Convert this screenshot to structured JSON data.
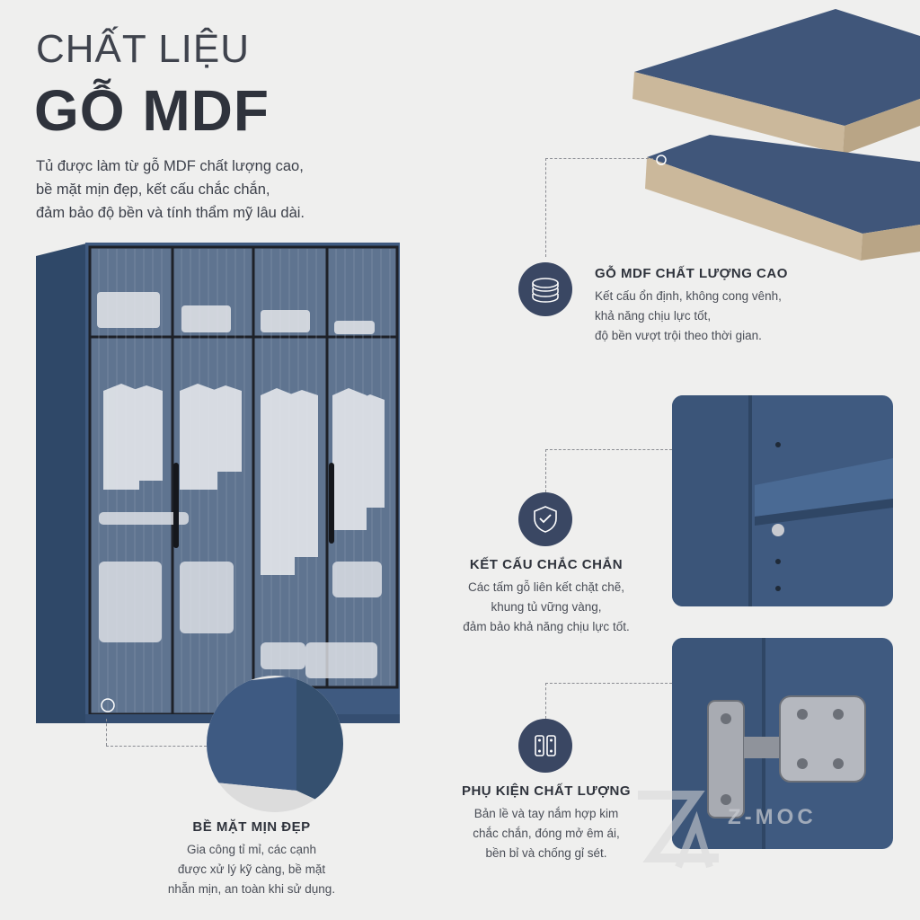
{
  "heading": {
    "line1": "CHẤT LIỆU",
    "line2": "GỖ MDF"
  },
  "intro": {
    "line1": "Tủ được làm từ gỗ MDF chất lượng cao,",
    "line2": "bề mặt mịn đẹp, kết cấu chắc chắn,",
    "line3": "đảm bảo độ bền và tính thẩm mỹ lâu dài."
  },
  "features": {
    "mdf": {
      "title": "GỖ MDF CHẤT LƯỢNG CAO",
      "line1": "Kết cấu ổn định, không cong vênh,",
      "line2": "khả năng chịu lực tốt,",
      "line3": "độ bền vượt trội theo thời gian.",
      "icon": "wood-layers-icon"
    },
    "structure": {
      "title": "KẾT CẤU CHẮC CHẮN",
      "line1": "Các tấm gỗ liên kết chặt chẽ,",
      "line2": "khung tủ vững vàng,",
      "line3": "đảm bảo khả năng chịu lực tốt.",
      "icon": "shield-check-icon"
    },
    "hardware": {
      "title": "PHỤ KIỆN CHẤT LƯỢNG",
      "line1": "Bản lề và tay nắm hợp kim",
      "line2": "chắc chắn, đóng mở êm ái,",
      "line3": "bền bỉ và chống gỉ sét.",
      "icon": "hinge-icon"
    },
    "surface": {
      "title": "BỀ MẶT MỊN ĐẸP",
      "line1": "Gia công tỉ mỉ, các cạnh",
      "line2": "được xử lý kỹ càng, bề mặt",
      "line3": "nhẵn mịn, an toàn khi sử dụng."
    }
  },
  "watermark": {
    "text": "Z-MOC"
  },
  "colors": {
    "navy": "#3a4763",
    "panel_blue": "#3f5a80",
    "background": "#efefee",
    "wood_edge": "#cbb89b"
  }
}
